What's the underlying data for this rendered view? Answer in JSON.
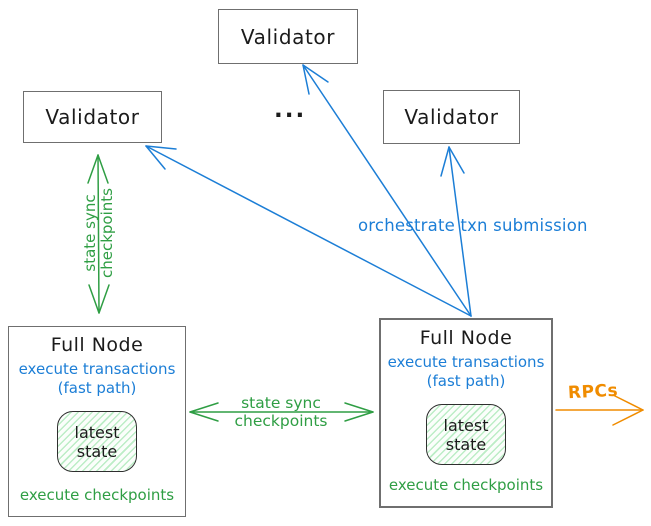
{
  "colors": {
    "blue": "#1c7ed6",
    "green": "#2f9e44",
    "orange": "#f08c00",
    "ink": "#1b1b1b",
    "border-gray": "#6f6f6f",
    "state-border": "#2f2f2f",
    "hatch-line": "#bcedc6",
    "hatch-bg": "#fbfefb"
  },
  "validators": {
    "top": "Validator",
    "left": "Validator",
    "right": "Validator",
    "ellipsis": "..."
  },
  "full_node_left": {
    "title": "Full Node",
    "exec_line1": "execute transactions",
    "exec_line2": "(fast path)",
    "state_line1": "latest",
    "state_line2": "state",
    "checkpoints": "execute checkpoints"
  },
  "full_node_right": {
    "title": "Full Node",
    "exec_line1": "execute transactions",
    "exec_line2": "(fast path)",
    "state_line1": "latest",
    "state_line2": "state",
    "checkpoints": "execute checkpoints"
  },
  "edges": {
    "validator_sync_line1": "state sync",
    "validator_sync_line2": "checkpoints",
    "node_sync_line1": "state sync",
    "node_sync_line2": "checkpoints",
    "orchestrate": "orchestrate txn submission",
    "rpcs": "RPCs"
  }
}
